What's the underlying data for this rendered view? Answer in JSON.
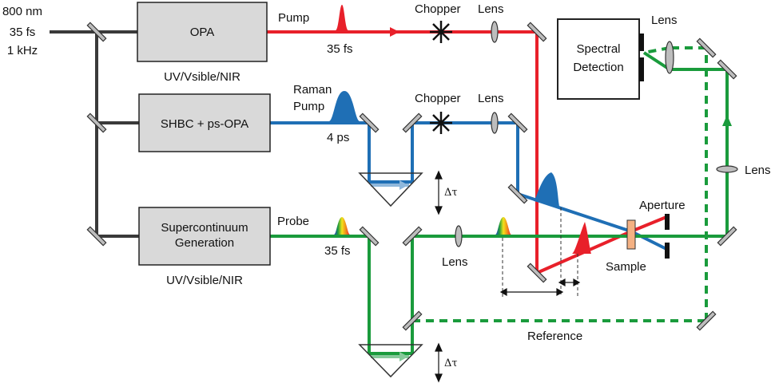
{
  "source": {
    "lines": [
      "800 nm",
      "35 fs",
      "1 kHz"
    ]
  },
  "boxes": {
    "opa": {
      "label": "OPA",
      "caption": "UV/Vsible/NIR"
    },
    "shbc": {
      "label": "SHBC + ps-OPA"
    },
    "supercontinuum": {
      "lines": [
        "Supercontinuum",
        "Generation"
      ],
      "caption": "UV/Vsible/NIR"
    },
    "spectral": {
      "lines": [
        "Spectral",
        "Detection"
      ]
    }
  },
  "labels": {
    "pump": "Pump",
    "pump_duration": "35 fs",
    "raman_pump": [
      "Raman",
      "Pump"
    ],
    "raman_duration": "4 ps",
    "probe": "Probe",
    "probe_duration": "35 fs",
    "chopper": "Chopper",
    "lens": "Lens",
    "aperture": "Aperture",
    "sample": "Sample",
    "reference": "Reference",
    "delay": "Δτ"
  },
  "colors": {
    "pump": "#e8202a",
    "raman": "#1f6fb5",
    "raman_light": "#8fb8dc",
    "probe": "#1a9b3c",
    "probe_light": "#86c99a",
    "fundamental": "#3a3a3a",
    "box_fill": "#d9d9d9",
    "mirror_fill": "#bdbdbd",
    "sample_fill": "#f4b183"
  }
}
